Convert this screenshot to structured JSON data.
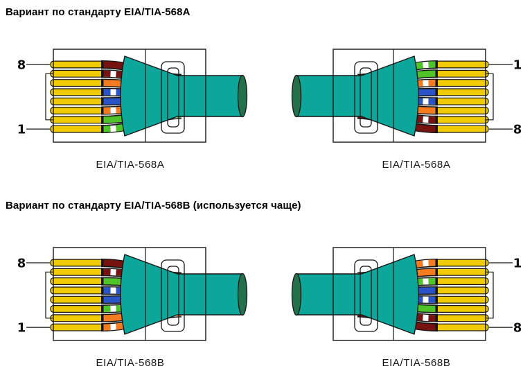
{
  "page": {
    "background": "#ffffff",
    "description": "Ethernet twisted-pair cable wiring variants, EIA/TIA-568A and EIA/TIA-568B"
  },
  "palette": {
    "outline": "#151515",
    "yellow": "#f0ca02",
    "green": "#4ec428",
    "orange": "#f47b20",
    "blue": "#2a54c6",
    "brown": "#761210",
    "teal": "#0ca69b",
    "cable_core": "#23714a",
    "white": "#ffffff"
  },
  "sections": [
    {
      "title": "Вариант по стандарту EIA/TIA-568A",
      "connectors": [
        {
          "orientation": "left",
          "caption": "EIA/TIA-568A",
          "top_pin_label": "8",
          "bottom_pin_label": "1",
          "wires_top_to_bottom": [
            "brown",
            "brown-white",
            "orange",
            "blue-white",
            "blue",
            "orange-white",
            "green",
            "green-white"
          ]
        },
        {
          "orientation": "right",
          "caption": "EIA/TIA-568A",
          "top_pin_label": "1",
          "bottom_pin_label": "8",
          "wires_top_to_bottom": [
            "green-white",
            "green",
            "orange-white",
            "blue",
            "blue-white",
            "orange",
            "brown-white",
            "brown"
          ]
        }
      ]
    },
    {
      "title": "Вариант по стандарту EIA/TIA-568B (используется чаще)",
      "connectors": [
        {
          "orientation": "left",
          "caption": "EIA/TIA-568B",
          "top_pin_label": "8",
          "bottom_pin_label": "1",
          "wires_top_to_bottom": [
            "brown",
            "brown-white",
            "green",
            "blue-white",
            "blue",
            "green-white",
            "orange",
            "orange-white"
          ]
        },
        {
          "orientation": "right",
          "caption": "EIA/TIA-568B",
          "top_pin_label": "1",
          "bottom_pin_label": "8",
          "wires_top_to_bottom": [
            "orange-white",
            "orange",
            "green-white",
            "blue",
            "blue-white",
            "green",
            "brown-white",
            "brown"
          ]
        }
      ]
    }
  ]
}
